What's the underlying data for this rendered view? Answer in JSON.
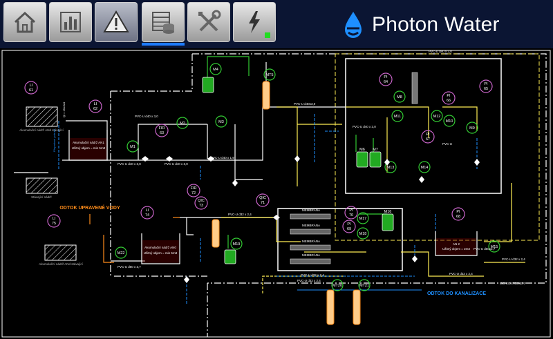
{
  "nav": {
    "buttons": [
      {
        "name": "home-button",
        "icon": "home-icon"
      },
      {
        "name": "trends-button",
        "icon": "bar-chart-icon"
      },
      {
        "name": "alarms-button",
        "icon": "warning-icon"
      },
      {
        "name": "data-button",
        "icon": "database-table-icon"
      },
      {
        "name": "service-button",
        "icon": "tools-icon"
      },
      {
        "name": "power-button",
        "icon": "lightning-icon"
      }
    ]
  },
  "brand": {
    "name": "Photon Water"
  },
  "colors": {
    "pipe_white": "#ffffff",
    "pipe_yellow": "#ffee55",
    "pipe_green": "#33cc33",
    "pipe_blue": "#1e90ff",
    "pipe_orange": "#ff8c1a",
    "instrument": "#cc66cc"
  },
  "labels": {
    "li61": "LI",
    "li61_num": "61",
    "li62": "LI",
    "li62_num": "62",
    "li74": "LI",
    "li74_num": "74",
    "li75": "LI",
    "li75_num": "75",
    "fir63": "FIR",
    "fir63_num": "63",
    "fir72": "FIR",
    "fir72_num": "72",
    "qic73": "QIC",
    "qic73_num": "73",
    "qic71": "QIC",
    "qic71_num": "71",
    "pi64": "PI",
    "pi64_num": "64",
    "pi66": "PI",
    "pi66_num": "66",
    "pi65": "PI",
    "pi65_num": "65",
    "pi67": "PI",
    "pi67_num": "67",
    "pi70": "PI",
    "pi70_num": "70",
    "pi69": "PI",
    "pi69_num": "69",
    "pi68": "PI",
    "pi68_num": "68",
    "m1": "M1",
    "m2": "M2",
    "m3": "M3",
    "m4": "M4",
    "m5": "MT5",
    "m6": "M6",
    "m7": "M7",
    "m8": "M8",
    "m9": "M9",
    "m10": "M10",
    "m11": "M11",
    "m12": "M12",
    "m13": "M13",
    "m14": "M14",
    "m15": "M15",
    "m16": "M16",
    "m17": "M17",
    "m18": "M18",
    "m19": "M19",
    "m20": "MT20",
    "m21": "MT21",
    "m22": "M22",
    "tank_an1": "Akumulační nádrž AN1",
    "tank_an1_sub": "Užitný objem = min 5m3",
    "tank_an0": "Akumulační nádrž AN0",
    "tank_an0_sub": "Užitný objem = min 5m3",
    "tank_an2": "AN 2",
    "tank_an2_sub": "Užitný objem = 2m3",
    "tank_left_top": "Akumulační nádrž ANd stávající",
    "tank_left_mid": "Stávající nádrž",
    "tank_left_bot": "Akumulační nádrž ANd stávající",
    "odtok": "ODTOK UPRAVENÉ VODY",
    "kanalizace": "ODTOK DO KANALIZACE",
    "iso": "ISO KONTEJNER",
    "membrana": "MEMBRÁNA",
    "pipe1": "PVC-U d40 x 3,0",
    "pipe2": "PVC-U d40 x 3,0",
    "pipe3": "PVC-U d40 x 3,0",
    "pipe4": "PVC-U d40 x 1,9",
    "pipe5": "PVC-U d40x3,0",
    "pipe6": "PVC-U d40 x 3,0",
    "pipe7": "PVC-U d32 x 2,4",
    "pipe8": "PVC-U d32 x 2,4",
    "pipe9": "PVC-U d32 x 2,4",
    "pipe10": "PVC-U d50 x 3,7",
    "pipe11": "PVC-U d32 x 2,4",
    "pipe12": "PVC-U",
    "pipe13": "PVC-U d40 x 3,0",
    "pipe14": "PVC-U d50x3,7",
    "pipe15": "PVC-U d32 x 2,4",
    "vert1": "Qi = 15m3/d",
    "vert2": "Přepadové potrubí"
  }
}
